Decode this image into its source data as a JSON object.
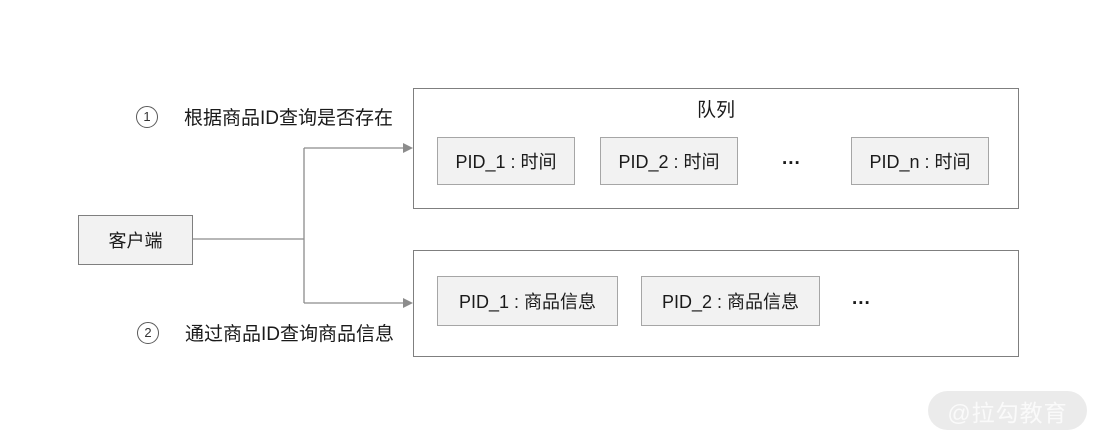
{
  "diagram": {
    "client": {
      "label": "客户端"
    },
    "annotations": [
      {
        "number": "1",
        "text": "根据商品ID查询是否存在"
      },
      {
        "number": "2",
        "text": "通过商品ID查询商品信息"
      }
    ],
    "queue": {
      "title": "队列",
      "items": [
        "PID_1 : 时间",
        "PID_2 : 时间",
        "PID_n : 时间"
      ],
      "ellipsis": "..."
    },
    "info": {
      "items": [
        "PID_1 : 商品信息",
        "PID_2 : 商品信息"
      ],
      "ellipsis": "..."
    },
    "watermark": "@拉勾教育",
    "colors": {
      "box_fill": "#f2f2f2",
      "box_border": "#a6a6a6",
      "outer_border": "#7f7f7f",
      "line": "#8c8c8c",
      "text": "#1a1a1a",
      "watermark_bg": "#ebebeb",
      "watermark_text": "#fafafa"
    }
  }
}
